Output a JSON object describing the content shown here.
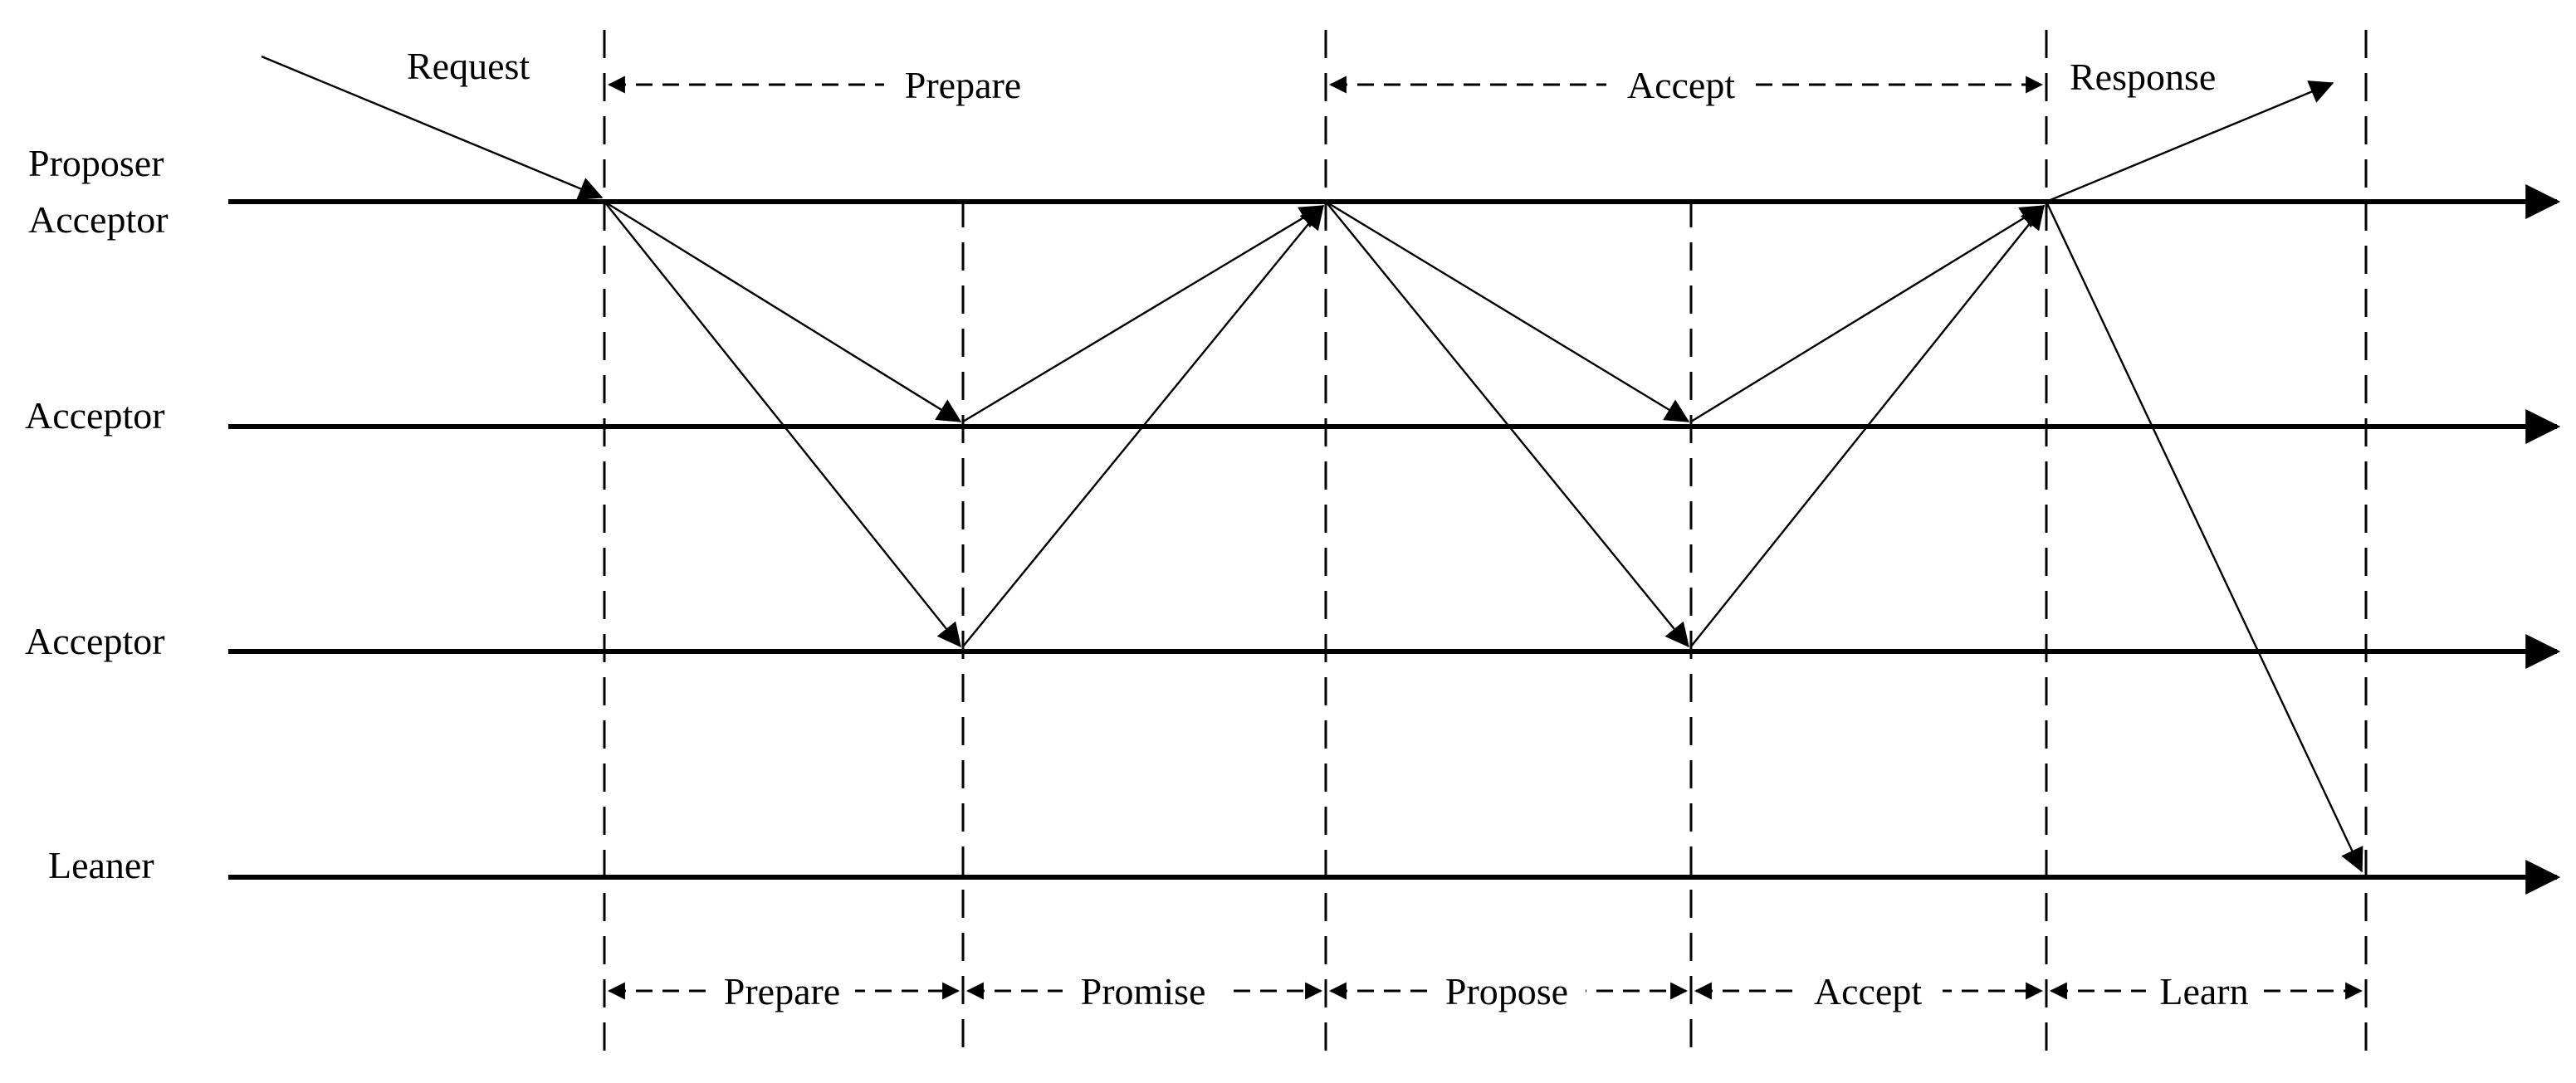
{
  "diagram": {
    "roles": [
      {
        "lines": [
          "Proposer",
          "Acceptor"
        ]
      },
      {
        "lines": [
          "Acceptor"
        ]
      },
      {
        "lines": [
          "Acceptor"
        ]
      },
      {
        "lines": [
          "Leaner"
        ]
      }
    ],
    "top_labels": {
      "request": "Request",
      "response": "Response"
    },
    "top_phases": [
      "Prepare",
      "Accept"
    ],
    "bottom_phases": [
      "Prepare",
      "Promise",
      "Propose",
      "Accept",
      "Learn"
    ],
    "colors": {
      "ink": "#000000",
      "background": "#ffffff"
    }
  }
}
